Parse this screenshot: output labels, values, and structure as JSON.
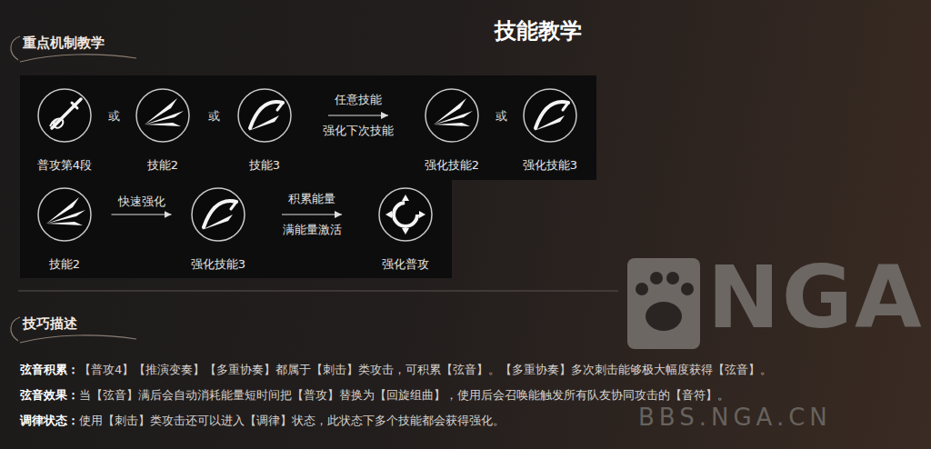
{
  "diagram": {
    "title": "技能教学",
    "nodes": [
      {
        "text": [
          "普攻第4段"
        ]
      },
      {
        "text": [
          "技能2"
        ]
      },
      {
        "text": [
          "技能3"
        ]
      },
      {
        "text": [
          "强化技能2"
        ]
      },
      {
        "text": [
          "强化技能3"
        ]
      },
      {
        "text": [
          "技能2"
        ]
      },
      {
        "text": [
          "强化技能3"
        ]
      },
      {
        "text": [
          "强化普攻"
        ]
      }
    ],
    "edges": [
      {
        "from": 2,
        "to": 3,
        "label": "任意技能 强化下次技能",
        "arrow": "to"
      },
      {
        "from": 5,
        "to": 6,
        "label": "快速强化",
        "arrow": "to"
      },
      {
        "from": 6,
        "to": 7,
        "label": "积累能量 满能量激活",
        "arrow": "to"
      }
    ],
    "labels": [
      "重点机制教学",
      "或",
      "或",
      "或",
      "技巧描述",
      "弦音积累：",
      "【普攻4】【推演变奏】【多重协奏】都属于【刺击】类攻击，可积累【弦音】。【多重协奏】多次刺击能够极大幅度获得【弦音】。",
      "弦音效果：",
      "当【弦音】满后会自动消耗能量短时间把【普攻】替换为【回旋组曲】，使用后会召唤能触发所有队友协同攻击的【音符】。",
      "调律状态：",
      "使用【刺击】类攻击还可以进入【调律】状态，此状态下多个技能都会获得强化。",
      "NGA",
      "BBS.NGA.CN"
    ]
  }
}
